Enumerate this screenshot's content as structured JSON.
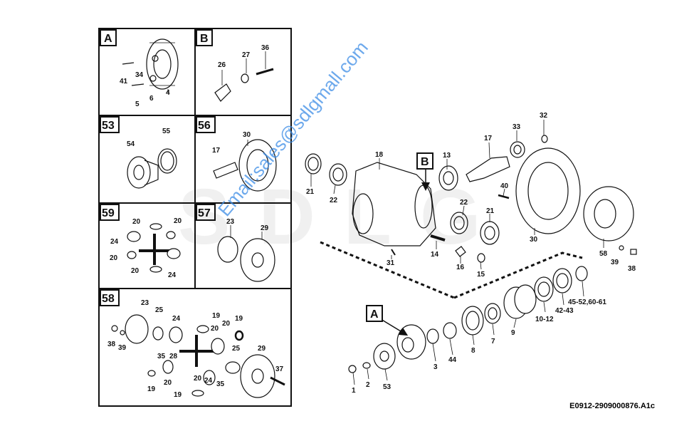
{
  "reference_code": "E0912-2909000876.A1c",
  "watermark_email": "Email:sales@sdlgmall.com",
  "colors": {
    "stroke": "#111111",
    "watermark": "#3c8ce6",
    "logo_watermark": "#e8e8e8"
  },
  "panels": [
    {
      "label": "A",
      "parts": [
        "41",
        "34",
        "5",
        "6",
        "4"
      ]
    },
    {
      "label": "B",
      "parts": [
        "26",
        "27",
        "36"
      ]
    },
    {
      "label": "53",
      "parts": [
        "54",
        "55"
      ]
    },
    {
      "label": "56",
      "parts": [
        "17",
        "30"
      ]
    },
    {
      "label": "59",
      "parts": [
        "20",
        "20",
        "24",
        "20",
        "20",
        "24"
      ]
    },
    {
      "label": "57",
      "parts": [
        "23",
        "29"
      ]
    },
    {
      "label": "58",
      "parts": [
        "23",
        "25",
        "19",
        "20",
        "24",
        "20",
        "19",
        "38",
        "39",
        "28",
        "35",
        "25",
        "29",
        "37",
        "20",
        "24",
        "35",
        "19",
        "20",
        "19"
      ]
    }
  ],
  "main": {
    "callouts": {
      "A": "A",
      "B": "B"
    },
    "parts": [
      "21",
      "22",
      "18",
      "13",
      "17",
      "33",
      "32",
      "40",
      "22",
      "21",
      "30",
      "58",
      "39",
      "38",
      "14",
      "16",
      "15",
      "31",
      "45-52,60-61",
      "42-43",
      "10-12",
      "9",
      "7",
      "8",
      "44",
      "3",
      "2",
      "1",
      "53"
    ]
  }
}
